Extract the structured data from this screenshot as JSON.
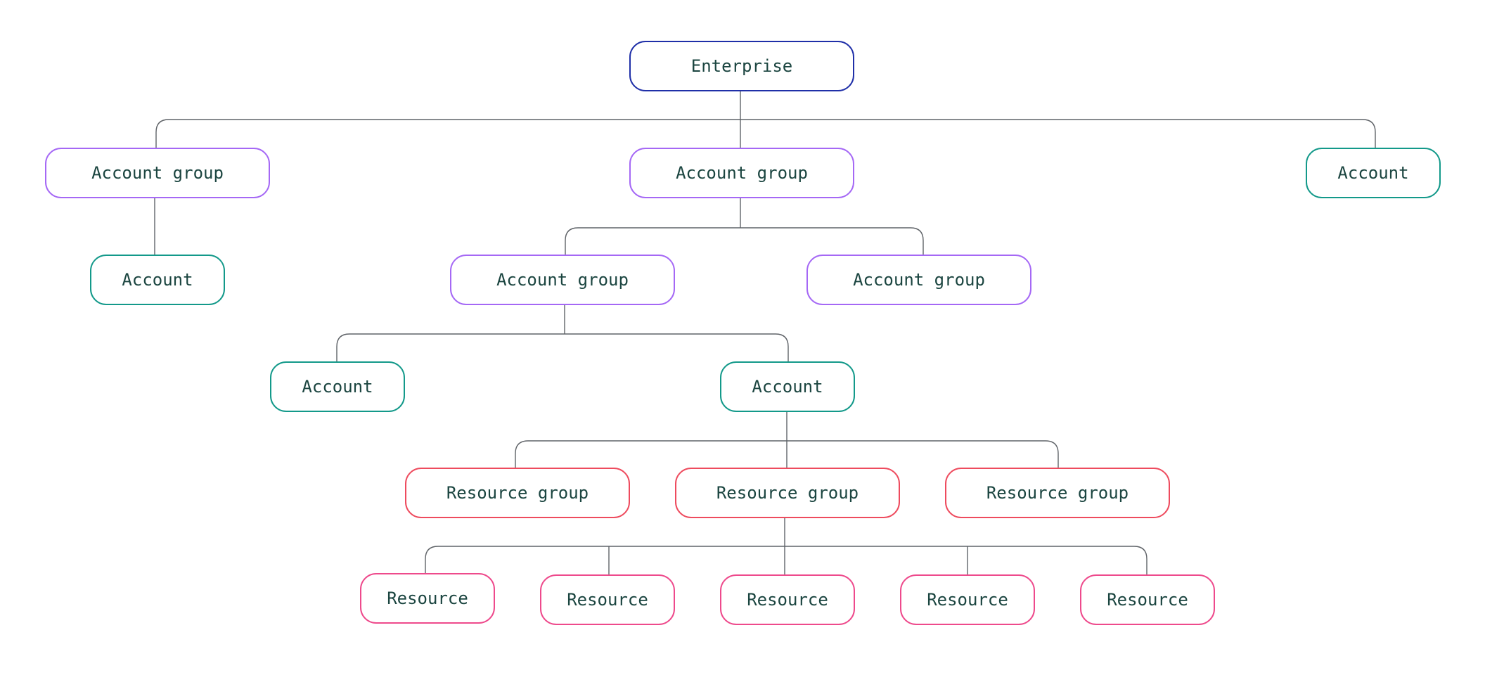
{
  "diagram": {
    "colors": {
      "enterprise": "#1f2fa8",
      "account_group": "#a568f5",
      "account": "#13998a",
      "resource_group": "#ee4b5e",
      "resource": "#ee4a8c",
      "connector": "#5f6368",
      "text": "#1b4540"
    },
    "nodes": [
      {
        "id": "enterprise",
        "label": "Enterprise",
        "kind": "enterprise"
      },
      {
        "id": "ag-left",
        "label": "Account group",
        "kind": "account_group"
      },
      {
        "id": "ag-center",
        "label": "Account group",
        "kind": "account_group"
      },
      {
        "id": "acct-right",
        "label": "Account",
        "kind": "account"
      },
      {
        "id": "acct-left",
        "label": "Account",
        "kind": "account"
      },
      {
        "id": "ag-center-left",
        "label": "Account group",
        "kind": "account_group"
      },
      {
        "id": "ag-center-right",
        "label": "Account group",
        "kind": "account_group"
      },
      {
        "id": "acct-mid-left",
        "label": "Account",
        "kind": "account"
      },
      {
        "id": "acct-mid",
        "label": "Account",
        "kind": "account"
      },
      {
        "id": "rg-left",
        "label": "Resource group",
        "kind": "resource_group"
      },
      {
        "id": "rg-center",
        "label": "Resource group",
        "kind": "resource_group"
      },
      {
        "id": "rg-right",
        "label": "Resource group",
        "kind": "resource_group"
      },
      {
        "id": "res-1",
        "label": "Resource",
        "kind": "resource"
      },
      {
        "id": "res-2",
        "label": "Resource",
        "kind": "resource"
      },
      {
        "id": "res-3",
        "label": "Resource",
        "kind": "resource"
      },
      {
        "id": "res-4",
        "label": "Resource",
        "kind": "resource"
      },
      {
        "id": "res-5",
        "label": "Resource",
        "kind": "resource"
      }
    ],
    "edges": [
      {
        "from": "enterprise",
        "to": [
          "ag-left",
          "ag-center",
          "acct-right"
        ]
      },
      {
        "from": "ag-left",
        "to": [
          "acct-left"
        ]
      },
      {
        "from": "ag-center",
        "to": [
          "ag-center-left",
          "ag-center-right"
        ]
      },
      {
        "from": "ag-center-left",
        "to": [
          "acct-mid-left",
          "acct-mid"
        ]
      },
      {
        "from": "acct-mid",
        "to": [
          "rg-left",
          "rg-center",
          "rg-right"
        ]
      },
      {
        "from": "rg-center",
        "to": [
          "res-1",
          "res-2",
          "res-3",
          "res-4",
          "res-5"
        ]
      }
    ]
  }
}
